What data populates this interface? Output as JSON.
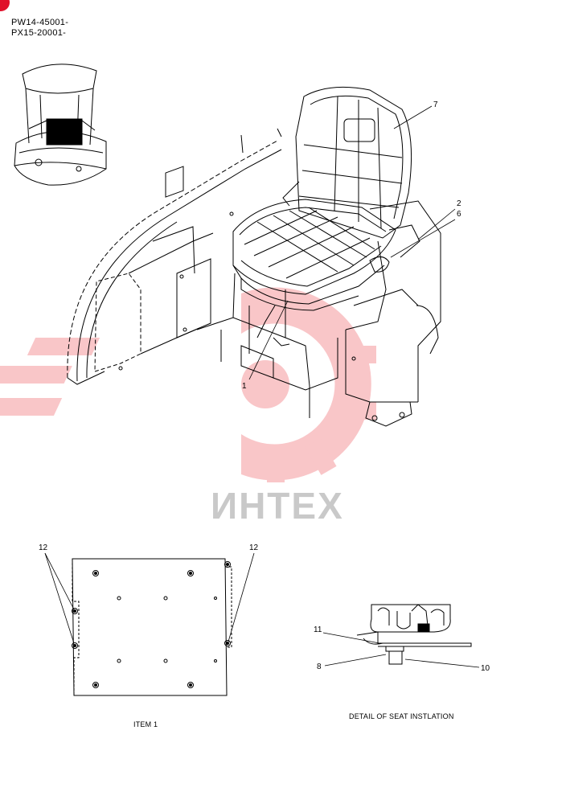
{
  "header": {
    "serial_lines": [
      "PW14-45001-",
      "PX15-20001-"
    ]
  },
  "watermark": {
    "text": "ИНТЕХ",
    "color": "#e8323c"
  },
  "main_view": {
    "callouts": {
      "c7": "7",
      "c2": "2",
      "c6": "6",
      "c1": "1"
    }
  },
  "item1_view": {
    "caption": "ITEM 1",
    "callouts": {
      "left": "12",
      "right": "12"
    }
  },
  "detail_view": {
    "caption": "DETAIL OF SEAT INSTLATION",
    "callouts": {
      "c11": "11",
      "c8": "8",
      "c10": "10"
    }
  },
  "icons": [
    "corner-badge-icon",
    "watermark-gear-icon"
  ]
}
